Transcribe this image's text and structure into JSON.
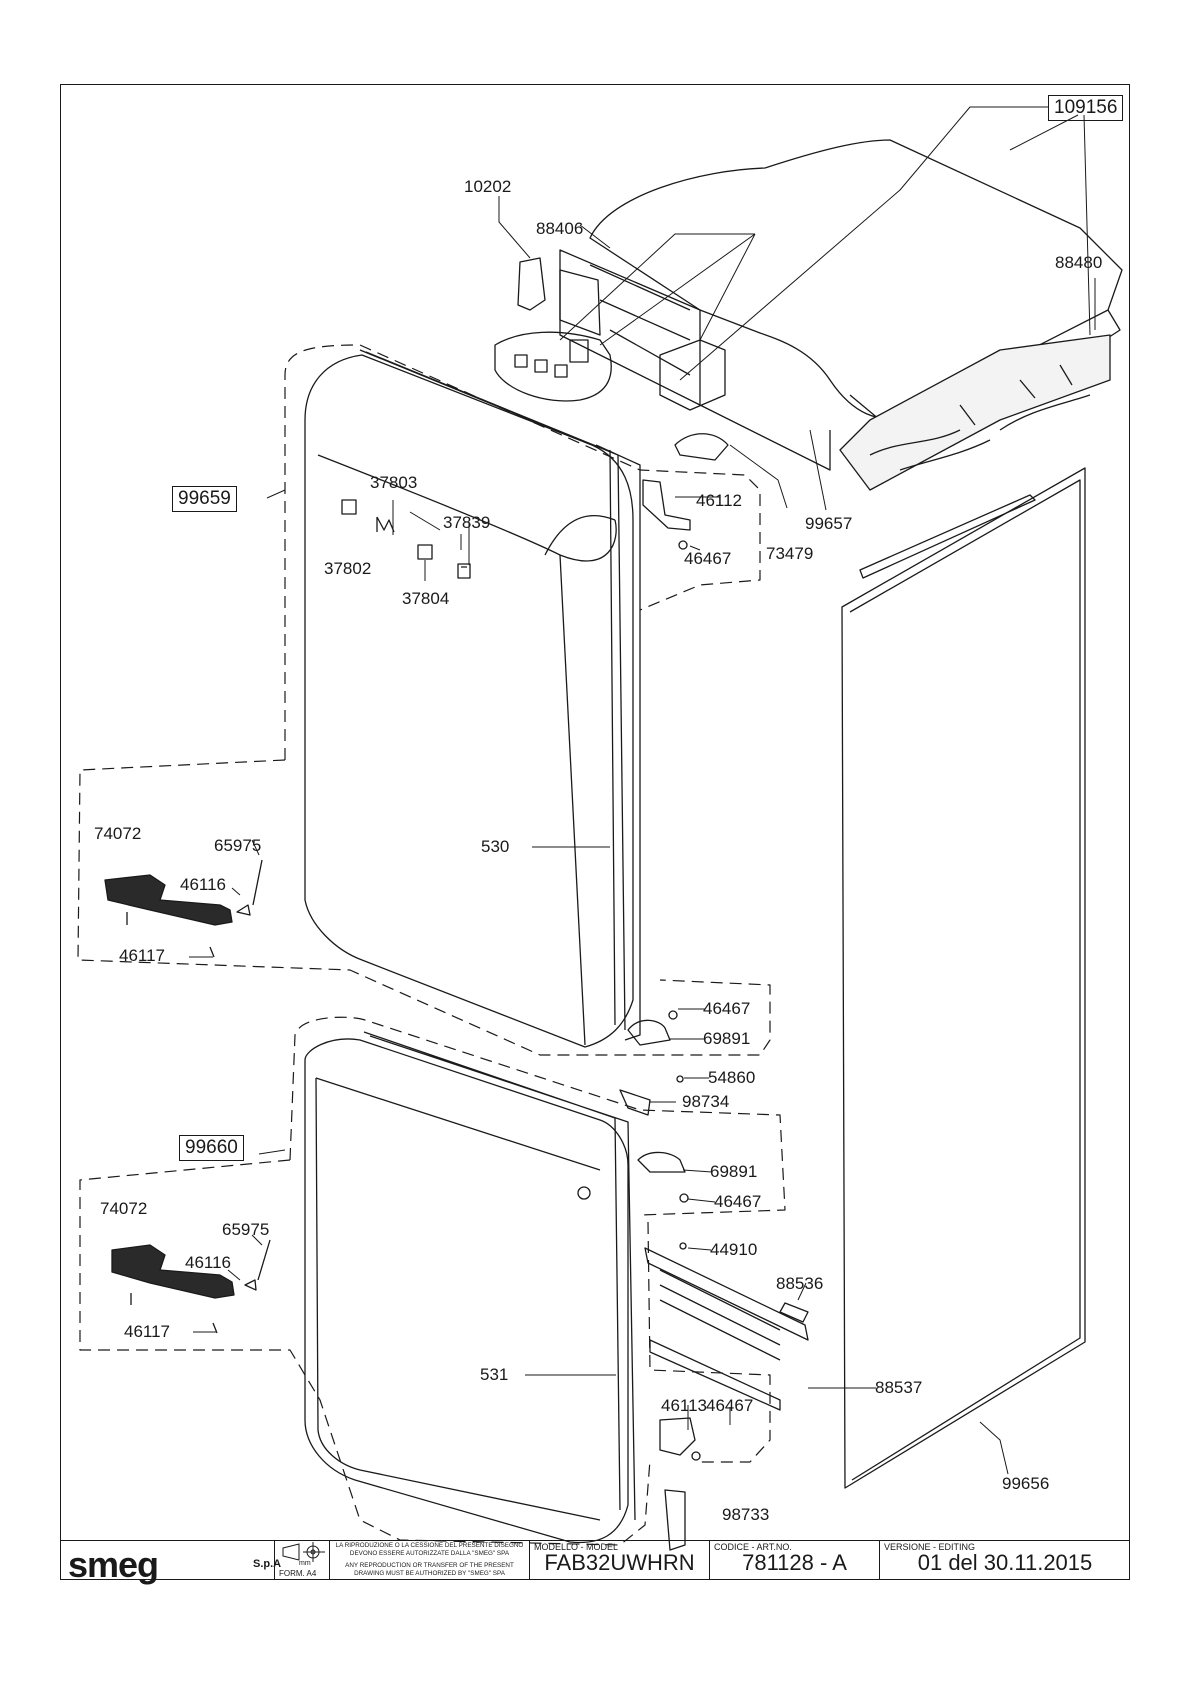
{
  "callouts": {
    "c109156": "109156",
    "c10202": "10202",
    "c88406": "88406",
    "c88480": "88480",
    "c99659": "99659",
    "c37803": "37803",
    "c37839": "37839",
    "c37802": "37802",
    "c37804": "37804",
    "c46112": "46112",
    "c46467a": "46467",
    "c99657": "99657",
    "c73479": "73479",
    "c74072a": "74072",
    "c65975a": "65975",
    "c46116a": "46116",
    "c46117a": "46117",
    "c530": "530",
    "c46467b": "46467",
    "c69891a": "69891",
    "c54860": "54860",
    "c98734": "98734",
    "c99660": "99660",
    "c69891b": "69891",
    "c46467c": "46467",
    "c74072b": "74072",
    "c65975b": "65975",
    "c46116b": "46116",
    "c46117b": "46117",
    "c44910": "44910",
    "c88536": "88536",
    "c88537": "88537",
    "c531": "531",
    "c46113": "46113",
    "c46467d": "46467",
    "c99656": "99656",
    "c98733": "98733"
  },
  "title_block": {
    "brand": "smeg",
    "brand_suffix": "S.p.A",
    "scale_unit": "mm",
    "format": "FORM. A4",
    "notice_it": "LA RIPRODUZIONE O LA CESSIONE DEL PRESENTE DISEGNO DEVONO ESSERE AUTORIZZATE DALLA \"SMEG\" SPA",
    "notice_en": "ANY REPRODUCTION OR TRANSFER OF THE PRESENT DRAWING MUST BE AUTHORIZED BY \"SMEG\" SPA",
    "model_caption": "MODELLO - MODEL",
    "model_value": "FAB32UWHRN",
    "code_caption": "CODICE - ART.NO.",
    "code_value": "781128 - A",
    "version_caption": "VERSIONE - EDITING",
    "version_value": "01 del 30.11.2015"
  }
}
